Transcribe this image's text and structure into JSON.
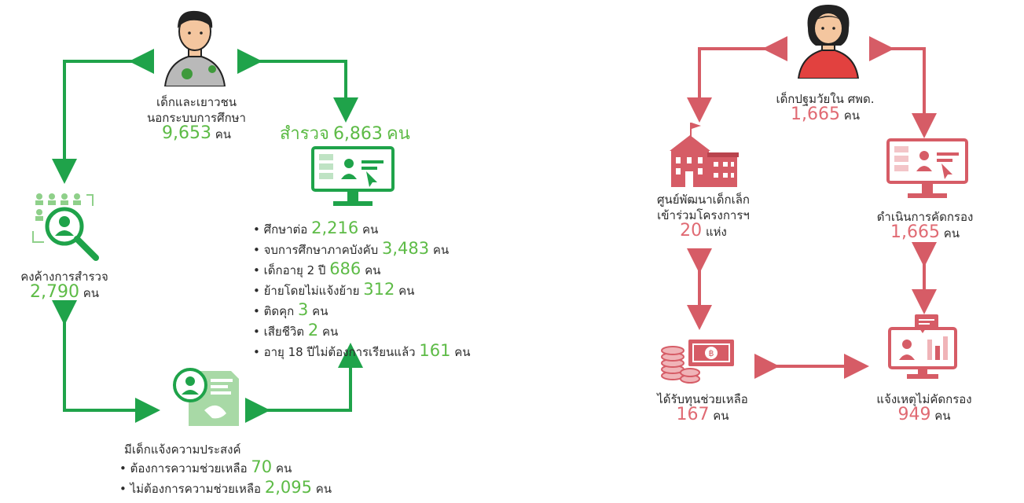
{
  "colors": {
    "green": "#1fa34a",
    "green_light": "#5dbb46",
    "red": "#d65c66",
    "red_light": "#e06a73"
  },
  "left": {
    "children": {
      "line1": "เด็กและเยาวชน",
      "line2": "นอกระบบการศึกษา",
      "value": "9,653",
      "unit": "คน",
      "icon": "boy-avatar-icon"
    },
    "survey": {
      "prefix": "สำรวจ",
      "value": "6,863",
      "unit": "คน",
      "icon": "monitor-profile-icon"
    },
    "survey_results": [
      {
        "label": "ศึกษาต่อ",
        "value": "2,216",
        "unit": "คน"
      },
      {
        "label": "จบการศึกษาภาคบังคับ",
        "value": "3,483",
        "unit": "คน"
      },
      {
        "label": "เด็กอายุ 2 ปี",
        "value": "686",
        "unit": "คน"
      },
      {
        "label": "ย้ายโดยไม่แจ้งย้าย",
        "value": "312",
        "unit": "คน"
      },
      {
        "label": "ติดคุก",
        "value": "3",
        "unit": "คน"
      },
      {
        "label": "เสียชีวิต",
        "value": "2",
        "unit": "คน"
      },
      {
        "label": "อายุ 18 ปีไม่ต้องการเรียนแล้ว",
        "value": "161",
        "unit": "คน"
      }
    ],
    "pending": {
      "label": "คงค้างการสำรวจ",
      "value": "2,790",
      "unit": "คน",
      "icon": "search-people-icon"
    },
    "wishes": {
      "title": "มีเด็กแจ้งความประสงค์",
      "icon": "document-profile-icon",
      "items": [
        {
          "label": "ต้องการความช่วยเหลือ",
          "value": "70",
          "unit": "คน"
        },
        {
          "label": "ไม่ต้องการความช่วยเหลือ",
          "value": "2,095",
          "unit": "คน"
        }
      ]
    }
  },
  "right": {
    "early": {
      "label": "เด็กปฐมวัยใน ศพด.",
      "value": "1,665",
      "unit": "คน",
      "icon": "girl-avatar-icon"
    },
    "centers": {
      "line1": "ศูนย์พัฒนาเด็กเล็ก",
      "line2": "เข้าร่วมโครงการฯ",
      "value": "20",
      "unit": "แห่ง",
      "icon": "school-building-icon"
    },
    "screening": {
      "label": "ดำเนินการคัดกรอง",
      "value": "1,665",
      "unit": "คน",
      "icon": "monitor-screening-icon"
    },
    "funding": {
      "label": "ได้รับทุนช่วยเหลือ",
      "value": "167",
      "unit": "คน",
      "icon": "coins-money-icon"
    },
    "report": {
      "label": "แจ้งเหตุไม่คัดกรอง",
      "value": "949",
      "unit": "คน",
      "icon": "monitor-report-icon"
    }
  }
}
